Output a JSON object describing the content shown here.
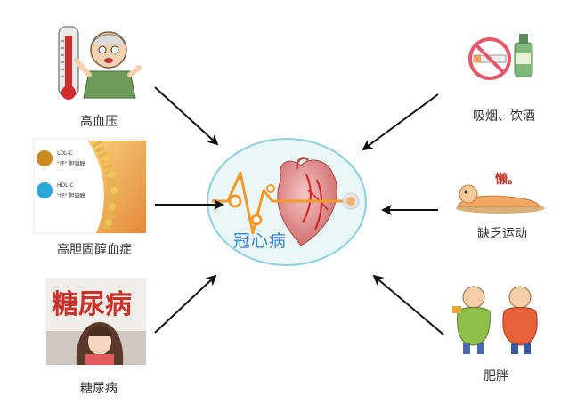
{
  "center": {
    "label": "冠心病"
  },
  "factors": {
    "hypertension": {
      "label": "高血压"
    },
    "high_cholesterol": {
      "label": "高胆固醇血症",
      "ldl_text": "LDL-C",
      "ldl_caption": "\"坏\" 胆固醇",
      "hdl_text": "HDL-C",
      "hdl_caption": "\"好\" 胆固醇"
    },
    "diabetes": {
      "label": "糖尿病",
      "image_text": "糖尿病"
    },
    "smoking_drinking": {
      "label": "吸烟、饮酒"
    },
    "lack_of_exercise": {
      "label": "缺乏运动",
      "image_text": "懒。"
    },
    "obesity": {
      "label": "肥胖"
    }
  },
  "colors": {
    "ellipse_fill": "#e9f7f8",
    "ellipse_stroke": "#8fd0d8",
    "ecg_orange": "#f39a2a",
    "center_text": "#3a86d6",
    "arrow": "#111111",
    "label_text": "#333333",
    "ldl_dot": "#c98a1f",
    "hdl_dot": "#2aa8d8"
  }
}
